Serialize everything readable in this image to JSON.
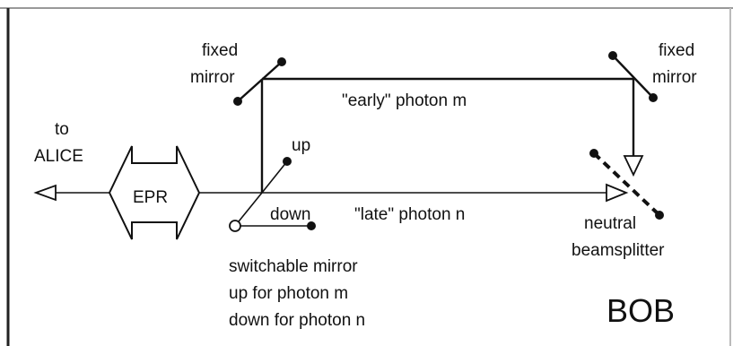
{
  "labels": {
    "to_alice_line1": "to",
    "to_alice_line2": "ALICE",
    "epr": "EPR",
    "fixed_mirror_left_line1": "fixed",
    "fixed_mirror_left_line2": "mirror",
    "fixed_mirror_right_line1": "fixed",
    "fixed_mirror_right_line2": "mirror",
    "early_photon": "\"early\" photon m",
    "late_photon": "\"late\" photon n",
    "up": "up",
    "down": "down",
    "switchable_line1": "switchable mirror",
    "switchable_line2": "up for photon m",
    "switchable_line3": "down for photon n",
    "beamsplitter_line1": "neutral",
    "beamsplitter_line2": "beamsplitter",
    "bob": "BOB"
  }
}
